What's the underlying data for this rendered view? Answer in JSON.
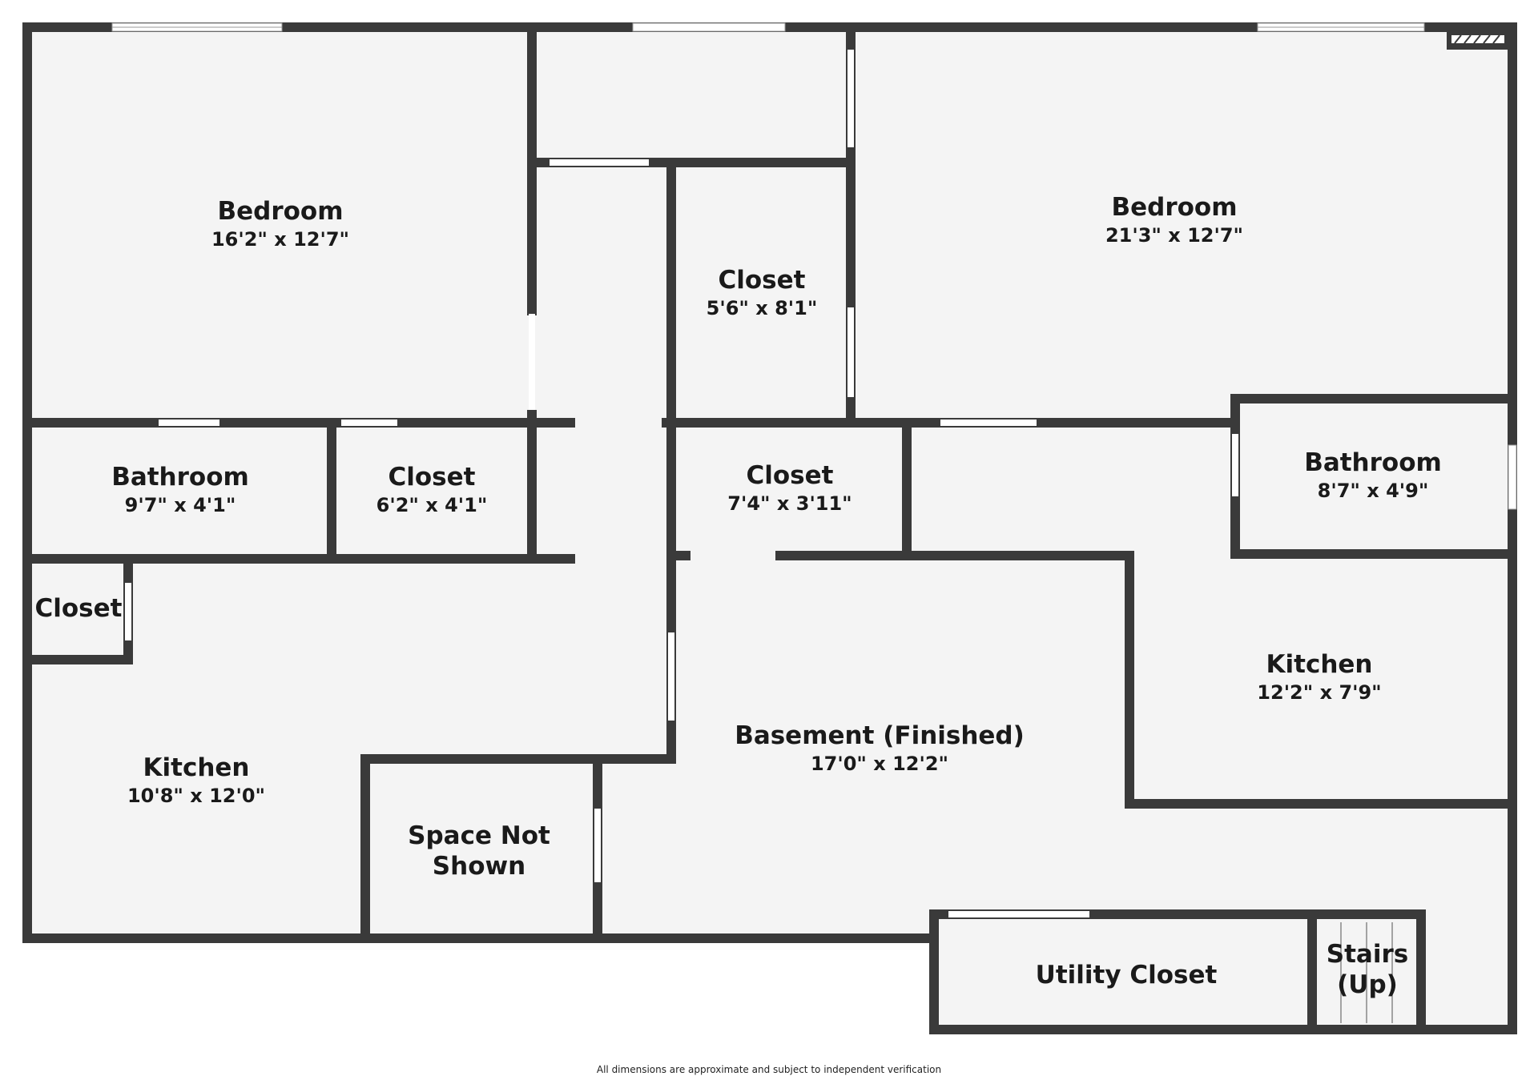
{
  "floor_plan": {
    "rooms": [
      {
        "id": "bedroom-left",
        "name": "Bedroom",
        "dimensions": "16'2\" x 12'7\""
      },
      {
        "id": "bedroom-right",
        "name": "Bedroom",
        "dimensions": "21'3\" x 12'7\""
      },
      {
        "id": "closet-center-top",
        "name": "Closet",
        "dimensions": "5'6\" x 8'1\""
      },
      {
        "id": "bathroom-left",
        "name": "Bathroom",
        "dimensions": "9'7\" x 4'1\""
      },
      {
        "id": "closet-left-mid",
        "name": "Closet",
        "dimensions": "6'2\" x 4'1\""
      },
      {
        "id": "closet-center-mid",
        "name": "Closet",
        "dimensions": "7'4\" x 3'11\""
      },
      {
        "id": "bathroom-right",
        "name": "Bathroom",
        "dimensions": "8'7\" x 4'9\""
      },
      {
        "id": "closet-small",
        "name": "Closet",
        "dimensions": ""
      },
      {
        "id": "kitchen-right",
        "name": "Kitchen",
        "dimensions": "12'2\" x 7'9\""
      },
      {
        "id": "basement",
        "name": "Basement (Finished)",
        "dimensions": "17'0\" x 12'2\""
      },
      {
        "id": "kitchen-left",
        "name": "Kitchen",
        "dimensions": "10'8\" x 12'0\""
      },
      {
        "id": "space-not-shown",
        "name_lines": [
          "Space Not",
          "Shown"
        ],
        "dimensions": ""
      },
      {
        "id": "utility-closet",
        "name": "Utility Closet",
        "dimensions": ""
      },
      {
        "id": "stairs",
        "name_lines": [
          "Stairs",
          "(Up)"
        ],
        "dimensions": ""
      }
    ],
    "disclaimer": "All dimensions are approximate and subject to independent verification",
    "colors": {
      "wall": "#3a3a3a",
      "floor": "#f4f4f4",
      "opening": "#ffffff",
      "text": "#1a1a1a"
    }
  }
}
